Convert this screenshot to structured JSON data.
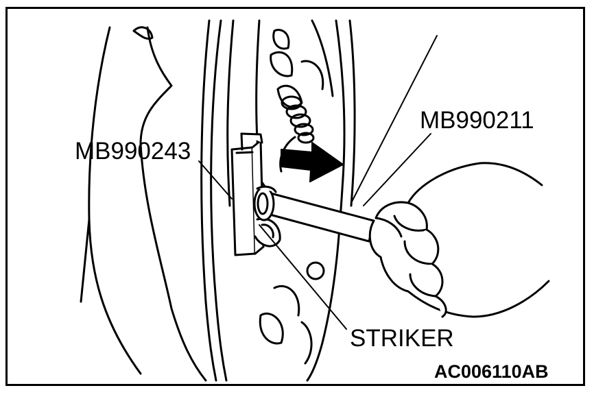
{
  "labels": {
    "tool_1": "MB990211",
    "tool_2": "MB990243",
    "striker": "STRIKER",
    "figure_code": "AC006110AB"
  },
  "icons": [
    "door-striker-removal-illustration",
    "hand-icon",
    "arrow-right-icon"
  ],
  "colors": {
    "ink": "#000000",
    "background": "#ffffff"
  }
}
